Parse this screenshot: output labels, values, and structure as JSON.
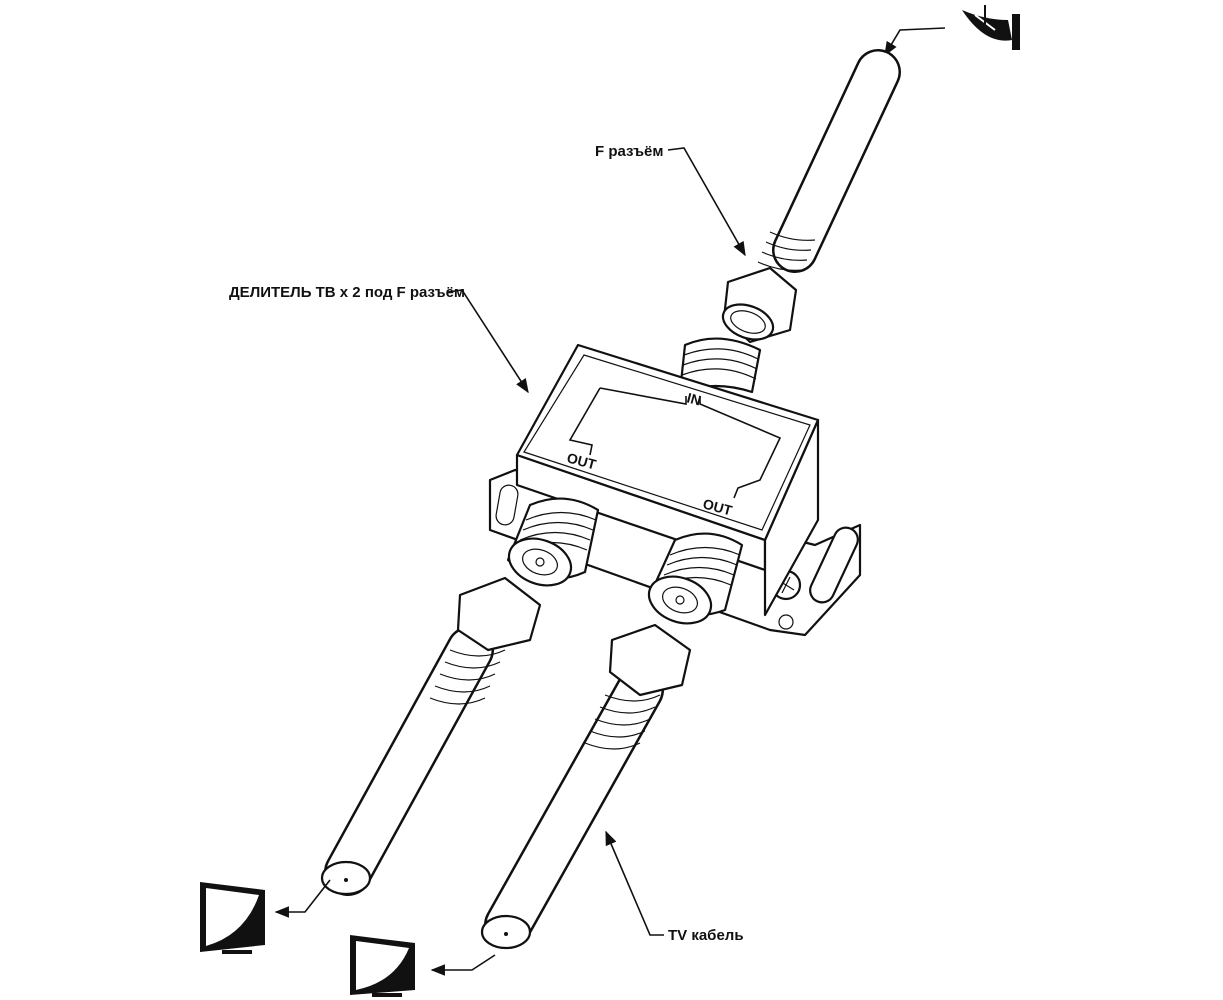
{
  "labels": {
    "f_connector": "F разъём",
    "splitter": "ДЕЛИТЕЛЬ ТВ x 2 под F разъём",
    "tv_cable": "TV кабель",
    "port_in": "IN",
    "port_out_left": "OUT",
    "port_out_right": "OUT"
  },
  "colors": {
    "line": "#111111",
    "background": "#ffffff"
  }
}
